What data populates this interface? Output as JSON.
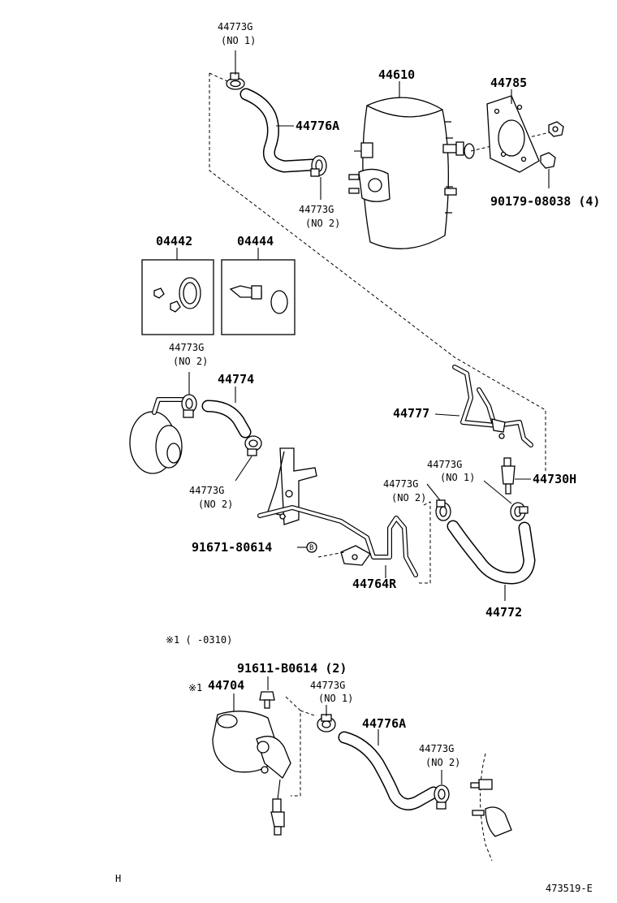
{
  "labels": {
    "clamp_top_part": "44773G",
    "clamp_top_no": "(NO 1)",
    "hose_top": "44776A",
    "clamp_top2_part": "44773G",
    "clamp_top2_no": "(NO 2)",
    "booster": "44610",
    "gasket": "44785",
    "nut": "90179-08038 (4)",
    "kit_left": "04442",
    "kit_right": "04444",
    "clamp_mid_part": "44773G",
    "clamp_mid_no": "(NO 2)",
    "hose_mid": "44774",
    "clamp_mid2_part": "44773G",
    "clamp_mid2_no": "(NO 2)",
    "bolt_b": "91671-80614",
    "bolt_b_marker": "B",
    "pipe_r": "44764R",
    "pipe_right": "44777",
    "clamp_right_part": "44773G",
    "clamp_right_no": "(NO 1)",
    "valve": "44730H",
    "clamp_right2_part": "44773G",
    "clamp_right2_no": "(NO 2)",
    "hose_right": "44772",
    "note_range": "※1 (     -0310)",
    "bolt_bottom": "91611-B0614 (2)",
    "pump_note": "※1",
    "pump": "44704",
    "clamp_bot_part": "44773G",
    "clamp_bot_no": "(NO 1)",
    "hose_bot": "44776A",
    "clamp_bot2_part": "44773G",
    "clamp_bot2_no": "(NO 2)",
    "corner_mark": "H",
    "diagram_code": "473519-E"
  }
}
